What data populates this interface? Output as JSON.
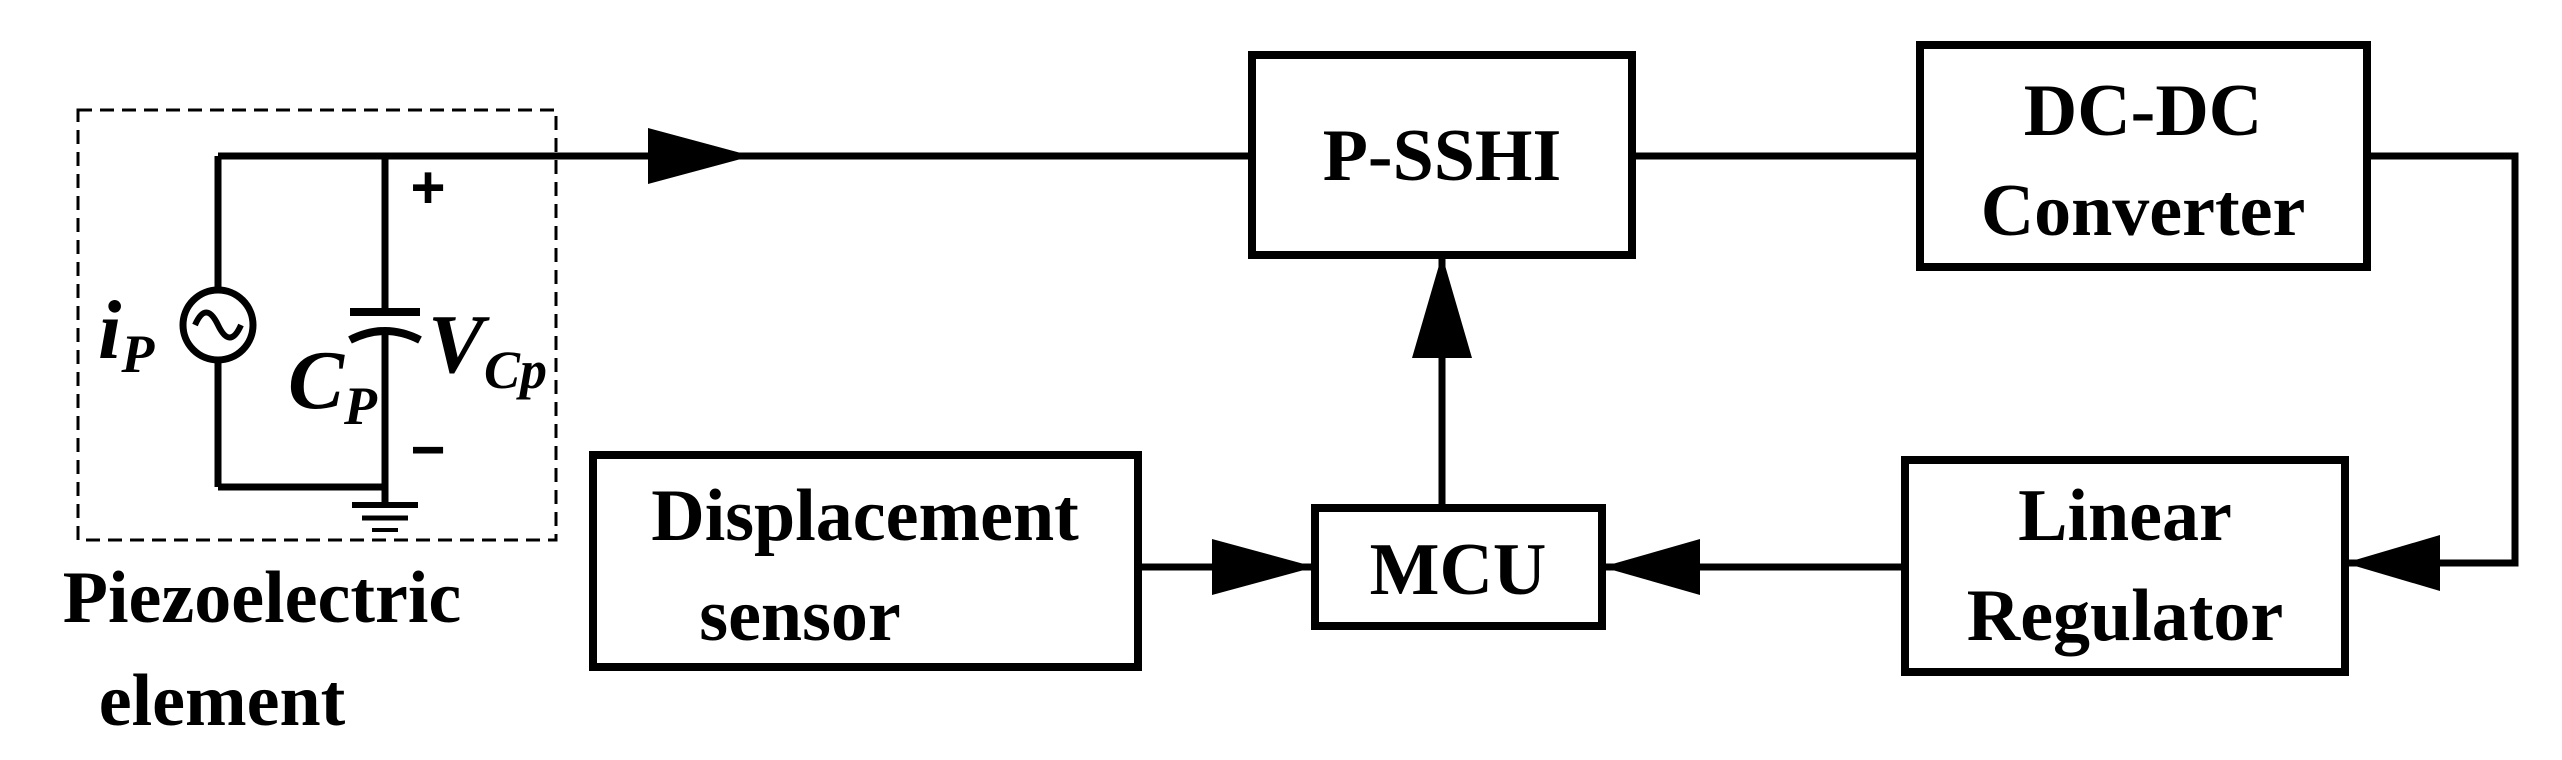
{
  "blocks": {
    "pssh": "P-SSHI",
    "dcdc_line1": "DC-DC",
    "dcdc_line2": "Converter",
    "mcu": "MCU",
    "disp_line1": "Displacement",
    "disp_line2": "sensor",
    "linreg_line1": "Linear",
    "linreg_line2": "Regulator"
  },
  "piezo": {
    "caption_line1": "Piezoelectric",
    "caption_line2": "element",
    "current_symbol": "i",
    "current_sub": "P",
    "cap_symbol": "C",
    "cap_sub": "P",
    "volt_symbol": "V",
    "volt_sub": "Cp",
    "plus": "+",
    "minus": "−"
  },
  "colors": {
    "stroke": "#000000",
    "background": "#ffffff"
  }
}
